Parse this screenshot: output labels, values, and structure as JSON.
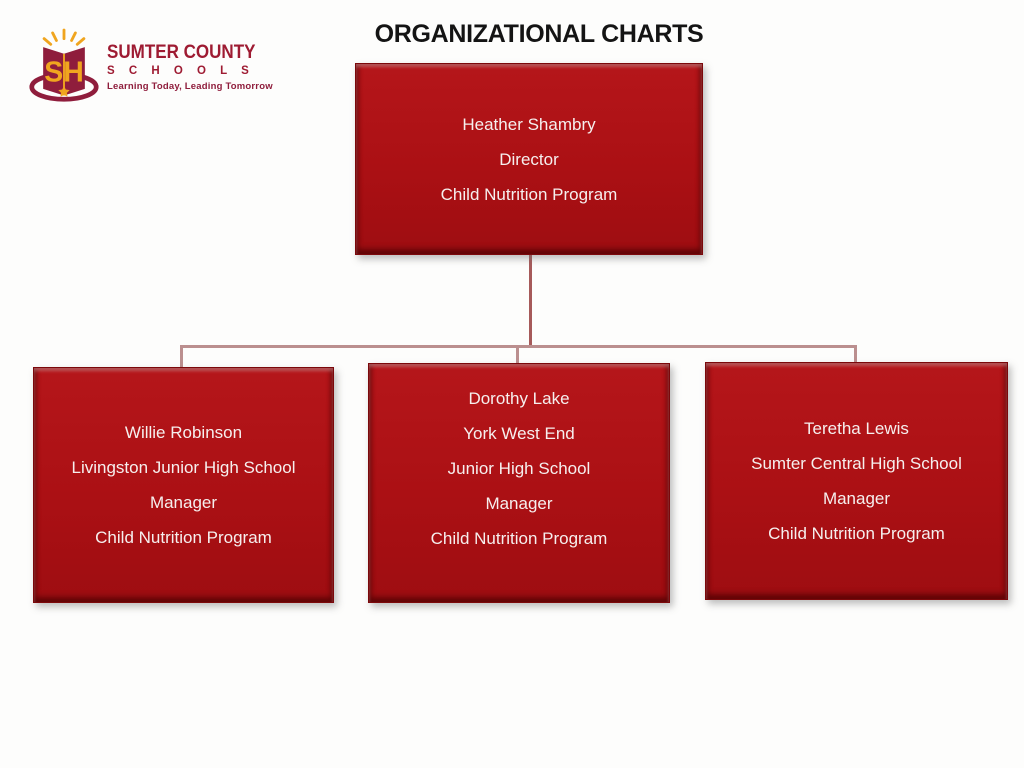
{
  "page": {
    "title": "ORGANIZATIONAL CHARTS"
  },
  "logo": {
    "monogram": "SH",
    "org_name": "SUMTER COUNTY",
    "org_sub": "S C H O O L S",
    "tagline": "Learning Today, Leading Tomorrow"
  },
  "colors": {
    "node_fill": "#ab1014",
    "node_edge": "#7c080b",
    "node_text": "#f6efee",
    "connector_light": "#bb8f8f",
    "connector_dark": "#a65a5a",
    "brand_maroon": "#9e1b32",
    "brand_gold": "#f0a51f",
    "title_text": "#141414"
  },
  "org_chart": {
    "type": "org-tree",
    "root": {
      "lines": [
        "Heather Shambry",
        "Director",
        "Child Nutrition Program"
      ]
    },
    "children": [
      {
        "lines": [
          "Willie Robinson",
          "Livingston Junior High School",
          "Manager",
          "Child Nutrition Program"
        ]
      },
      {
        "lines": [
          "Dorothy Lake",
          "York West End",
          "Junior High School",
          "Manager",
          "Child Nutrition Program"
        ]
      },
      {
        "lines": [
          "Teretha Lewis",
          "Sumter Central High School",
          "Manager",
          "Child Nutrition Program"
        ]
      }
    ]
  }
}
